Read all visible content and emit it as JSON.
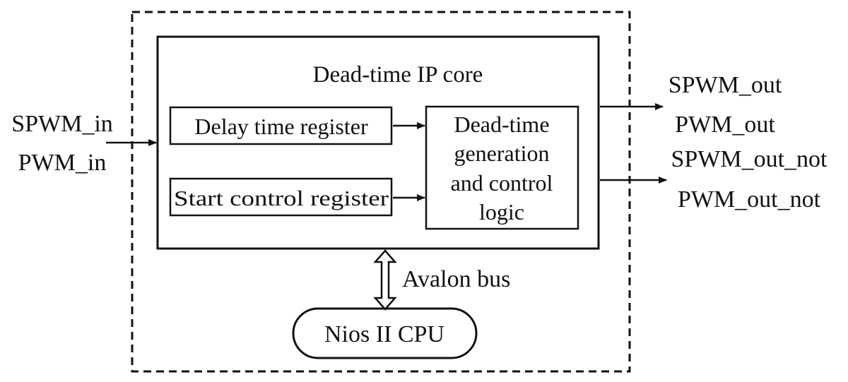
{
  "diagram": {
    "ip_core_title": "Dead-time IP core",
    "delay_register": "Delay time register",
    "start_register": "Start control register",
    "logic_lines": [
      "Dead-time",
      "generation",
      "and control",
      "logic"
    ],
    "inputs": [
      "SPWM_in",
      "PWM_in"
    ],
    "outputs_top": [
      "SPWM_out",
      "PWM_out"
    ],
    "outputs_bottom": [
      "SPWM_out_not",
      "PWM_out_not"
    ],
    "bus_label": "Avalon bus",
    "cpu_label": "Nios II CPU"
  },
  "colors": {
    "stroke": "#111111",
    "background": "#ffffff"
  }
}
